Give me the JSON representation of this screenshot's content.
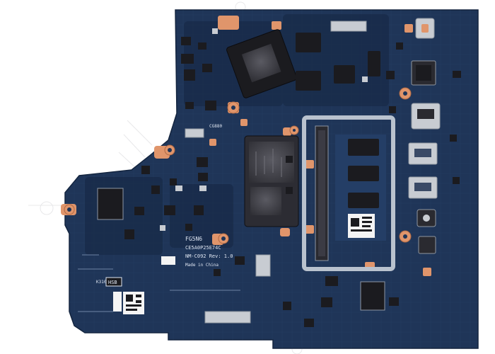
{
  "image": {
    "subject": "laptop-motherboard",
    "colors": {
      "background": "#ffffff",
      "pcb": "#1f3558",
      "pcb_dark": "#172a47",
      "pcb_trace": "#2a4570",
      "copper_pad": "#e0956b",
      "chip": "#1b1b1f",
      "die": "#4a4a52",
      "connector_metal": "#c8ccd2",
      "silkscreen": "#dfe6f2",
      "label_white": "#f4f4f4"
    },
    "silkscreen": {
      "model_code": "FG5N6",
      "part_number": "NM-C092 Rev: 1.0",
      "serial_hint": "CE5A0P25E74C",
      "vendor_mark": "HSB",
      "left_code": "K310",
      "note": "Made in China",
      "board_tag": "CG880"
    }
  }
}
